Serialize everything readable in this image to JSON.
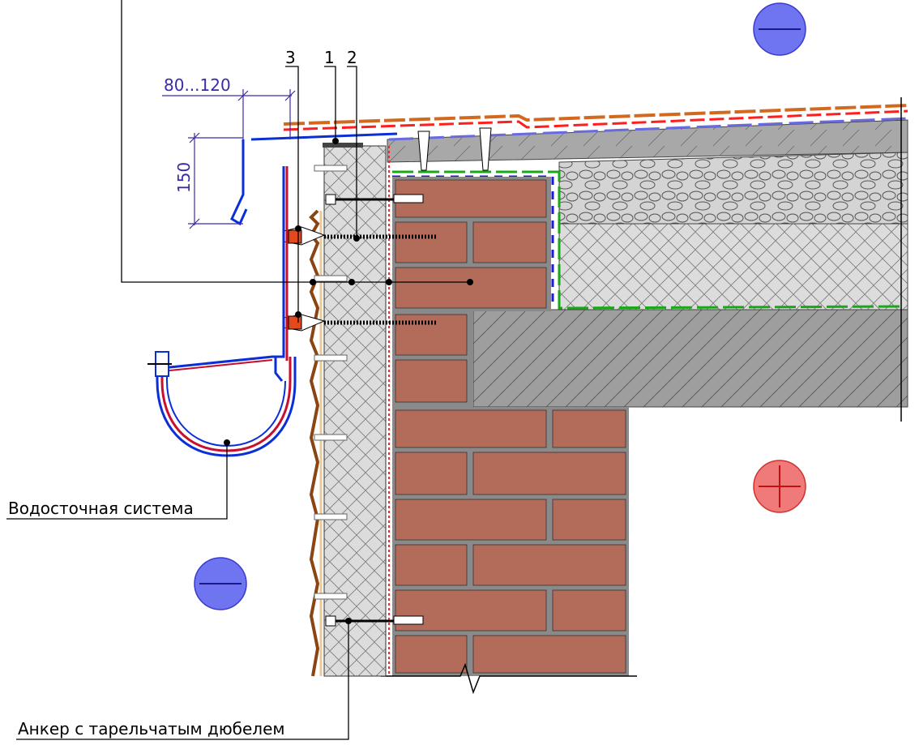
{
  "labels": {
    "callout_3": "3",
    "callout_1": "1",
    "callout_2": "2",
    "dim_width": "80...120",
    "dim_height": "150",
    "gutter_label": "Водосточная система",
    "anchor_label": "Анкер с тарельчатым дюбелем"
  },
  "colors": {
    "brick": "#b36b5a",
    "mortar": "#8a8a8a",
    "concrete": "#9a9a9a",
    "insulation": "#d8d8d8",
    "gravel": "#cfcfcf",
    "minus": "#6f74f0",
    "plus": "#f07a7a",
    "dim_line": "#3a2ba8",
    "membrane_red": "#ff0000",
    "membrane_orange": "#d2691e",
    "gutter_blue": "#0a2fd6"
  },
  "symbols": [
    "minus-sign",
    "plus-sign"
  ]
}
